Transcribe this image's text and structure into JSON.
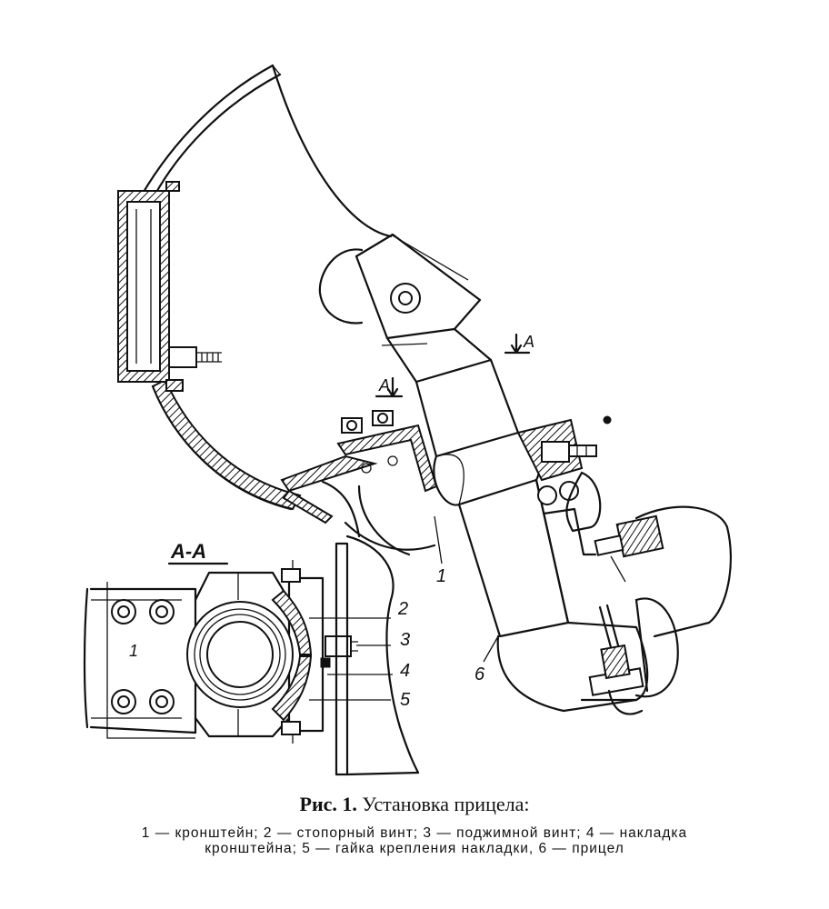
{
  "figure": {
    "label": "Рис. 1.",
    "title": "Установка прицела:",
    "legend_line1": "1 — кронштейн;  2 — стопорный  винт;  3 — поджимной  винт;  4 — накладка",
    "legend_line2": "кронштейна; 5 — гайка крепления накладки, 6 — прицел"
  },
  "callouts": {
    "n1": "1",
    "n6": "6",
    "section_arrow_top": "A",
    "section_arrow_left": "A",
    "section_title": "А-А",
    "s2": "2",
    "s3": "3",
    "s4": "4",
    "s5": "5",
    "s1": "1"
  },
  "colors": {
    "ink": "#111111",
    "paper": "#ffffff"
  }
}
